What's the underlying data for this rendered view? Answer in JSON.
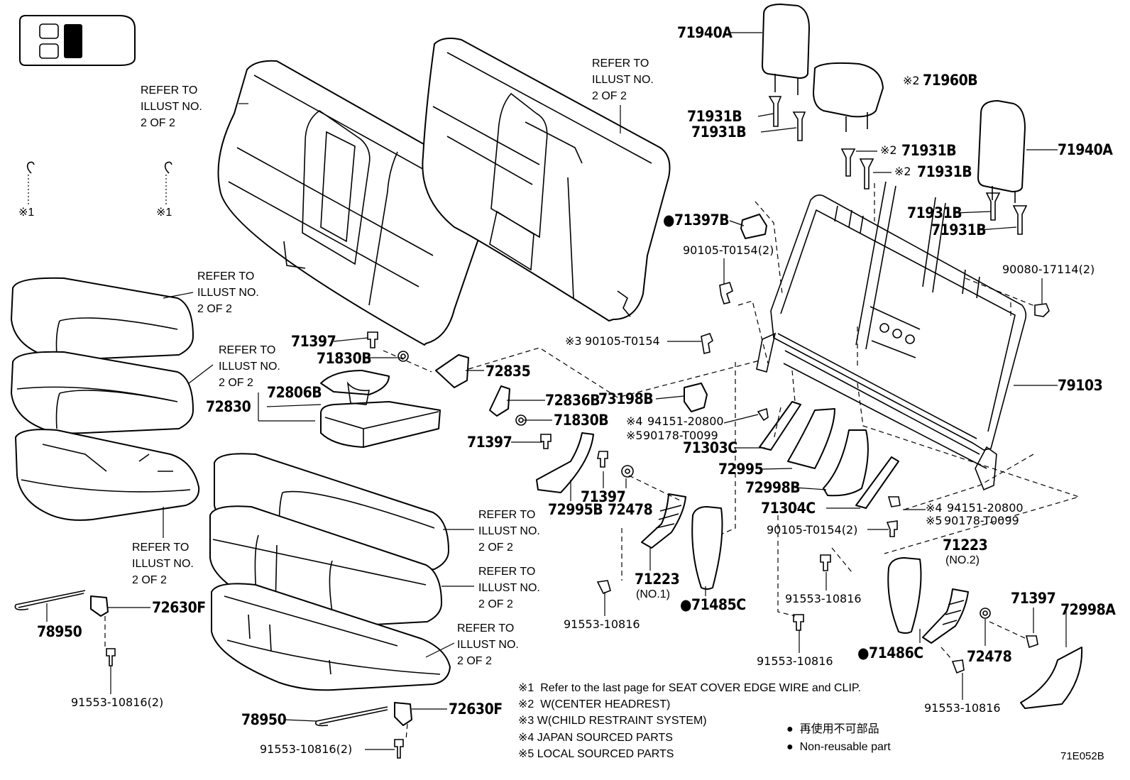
{
  "diagram_code": "71E052B",
  "refer_note": "REFER TO\nILLUST NO.\n2 OF 2",
  "clip_marks": [
    "※1",
    "※1"
  ],
  "part_labels": {
    "p71940A_top": "71940A",
    "p71960B": "71960B",
    "p71960B_mark": "※2",
    "p71931B_a": "71931B",
    "p71931B_b": "71931B",
    "p71931B_c": "71931B",
    "p71931B_c_mark": "※2",
    "p71931B_d": "71931B",
    "p71931B_d_mark": "※2",
    "p71940A_right": "71940A",
    "p71931B_e": "71931B",
    "p71931B_f": "71931B",
    "p71397B": "71397B",
    "p90105_T0154_2_top": "90105-T0154(2)",
    "p90080_17114_2": "90080-17114(2)",
    "p90105_T0154_x3": "90105-T0154",
    "p90105_T0154_x3_mark": "※3",
    "p71397_a": "71397",
    "p71830B_a": "71830B",
    "p72835": "72835",
    "p72806B": "72806B",
    "p72830": "72830",
    "p72836B": "72836B",
    "p73198B": "73198B",
    "p79103": "79103",
    "p71830B_b": "71830B",
    "p94151_20800_left": "94151-20800",
    "p94151_20800_left_mark": "※4",
    "p90178_T0099_left": "90178-T0099",
    "p90178_T0099_left_mark": "※5",
    "p71397_b": "71397",
    "p71303C": "71303C",
    "p72995": "72995",
    "p72998B": "72998B",
    "p71304C": "71304C",
    "p94151_20800_right": "94151-20800",
    "p94151_20800_right_mark": "※4",
    "p90178_T0099_right": "90178-T0099",
    "p90178_T0099_right_mark": "※5",
    "p90105_T0154_2_bottom": "90105-T0154(2)",
    "p71397_c": "71397",
    "p72995B": "72995B",
    "p72478_a": "72478",
    "p71223_no1": "71223",
    "p71223_no1_sub": "(NO.1)",
    "p71485C": "71485C",
    "p71223_no2": "71223",
    "p71223_no2_sub": "(NO.2)",
    "p91553_10816_a": "91553-10816",
    "p91553_10816_b": "91553-10816",
    "p91553_10816_c": "91553-10816",
    "p91553_10816_d": "91553-10816",
    "p71486C": "71486C",
    "p71397_d": "71397",
    "p72998A": "72998A",
    "p72478_b": "72478",
    "p72630F_a": "72630F",
    "p78950_a": "78950",
    "p91553_10816_2_a": "91553-10816(2)",
    "p78950_b": "78950",
    "p72630F_b": "72630F",
    "p91553_10816_2_b": "91553-10816(2)"
  },
  "notes": [
    {
      "mark": "※1",
      "text": "Refer to the last page for SEAT COVER EDGE WIRE and CLIP."
    },
    {
      "mark": "※2",
      "text": "W(CENTER  HEADREST)"
    },
    {
      "mark": "※3",
      "text": "W(CHILD RESTRAINT SYSTEM)"
    },
    {
      "mark": "※4",
      "text": "JAPAN SOURCED PARTS"
    },
    {
      "mark": "※5",
      "text": "LOCAL SOURCED PARTS"
    }
  ],
  "legend": [
    {
      "symbol": "●",
      "text": "再使用不可部品"
    },
    {
      "symbol": "●",
      "text": "Non-reusable part"
    }
  ],
  "nonreusable_marker": "●"
}
